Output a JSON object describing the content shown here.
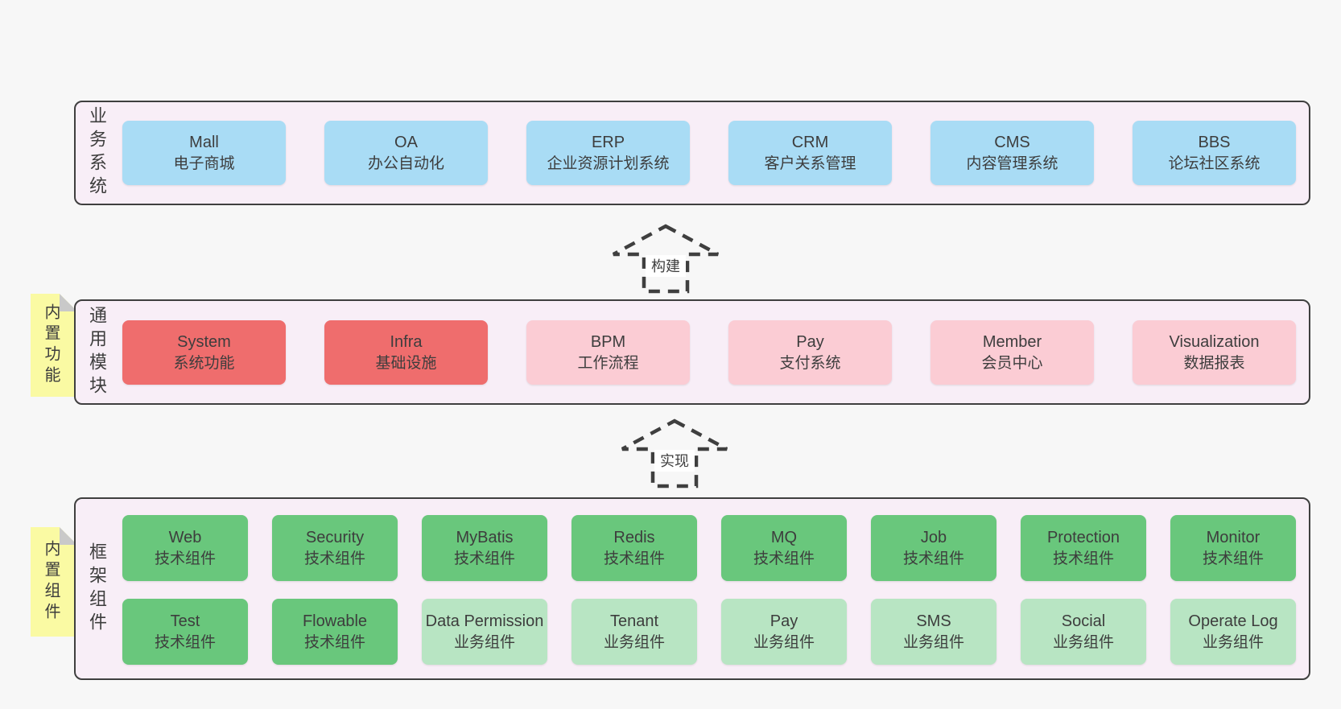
{
  "colors": {
    "page_bg": "#f7f7f7",
    "container_bg": "#f8eef7",
    "container_border": "#3f3f3f",
    "blue": "#a9dcf5",
    "red": "#ef6d6d",
    "pink": "#fbccd4",
    "green_dark": "#69c77c",
    "green_light": "#b8e5c3",
    "tab_yellow": "#fafaa3",
    "fold_gray": "#c9c9c9",
    "text": "#3d3d3d"
  },
  "arrows": {
    "build": "构建",
    "implement": "实现"
  },
  "sections": {
    "business": {
      "label": "业务系统",
      "items": [
        {
          "title": "Mall",
          "subtitle": "电子商城",
          "variant": "blue"
        },
        {
          "title": "OA",
          "subtitle": "办公自动化",
          "variant": "blue"
        },
        {
          "title": "ERP",
          "subtitle": "企业资源计划系统",
          "variant": "blue"
        },
        {
          "title": "CRM",
          "subtitle": "客户关系管理",
          "variant": "blue"
        },
        {
          "title": "CMS",
          "subtitle": "内容管理系统",
          "variant": "blue"
        },
        {
          "title": "BBS",
          "subtitle": "论坛社区系统",
          "variant": "blue"
        }
      ]
    },
    "modules": {
      "label": "通用模块",
      "tab": "内置功能",
      "items": [
        {
          "title": "System",
          "subtitle": "系统功能",
          "variant": "red"
        },
        {
          "title": "Infra",
          "subtitle": "基础设施",
          "variant": "red"
        },
        {
          "title": "BPM",
          "subtitle": "工作流程",
          "variant": "pink"
        },
        {
          "title": "Pay",
          "subtitle": "支付系统",
          "variant": "pink"
        },
        {
          "title": "Member",
          "subtitle": "会员中心",
          "variant": "pink"
        },
        {
          "title": "Visualization",
          "subtitle": "数据报表",
          "variant": "pink"
        }
      ]
    },
    "framework": {
      "label": "框架组件",
      "tab": "内置组件",
      "rows": [
        [
          {
            "title": "Web",
            "subtitle": "技术组件",
            "variant": "green_dark"
          },
          {
            "title": "Security",
            "subtitle": "技术组件",
            "variant": "green_dark"
          },
          {
            "title": "MyBatis",
            "subtitle": "技术组件",
            "variant": "green_dark"
          },
          {
            "title": "Redis",
            "subtitle": "技术组件",
            "variant": "green_dark"
          },
          {
            "title": "MQ",
            "subtitle": "技术组件",
            "variant": "green_dark"
          },
          {
            "title": "Job",
            "subtitle": "技术组件",
            "variant": "green_dark"
          },
          {
            "title": "Protection",
            "subtitle": "技术组件",
            "variant": "green_dark"
          },
          {
            "title": "Monitor",
            "subtitle": "技术组件",
            "variant": "green_dark"
          }
        ],
        [
          {
            "title": "Test",
            "subtitle": "技术组件",
            "variant": "green_dark"
          },
          {
            "title": "Flowable",
            "subtitle": "技术组件",
            "variant": "green_dark"
          },
          {
            "title": "Data Permission",
            "subtitle": "业务组件",
            "variant": "green_light"
          },
          {
            "title": "Tenant",
            "subtitle": "业务组件",
            "variant": "green_light"
          },
          {
            "title": "Pay",
            "subtitle": "业务组件",
            "variant": "green_light"
          },
          {
            "title": "SMS",
            "subtitle": "业务组件",
            "variant": "green_light"
          },
          {
            "title": "Social",
            "subtitle": "业务组件",
            "variant": "green_light"
          },
          {
            "title": "Operate Log",
            "subtitle": "业务组件",
            "variant": "green_light"
          }
        ]
      ]
    }
  }
}
